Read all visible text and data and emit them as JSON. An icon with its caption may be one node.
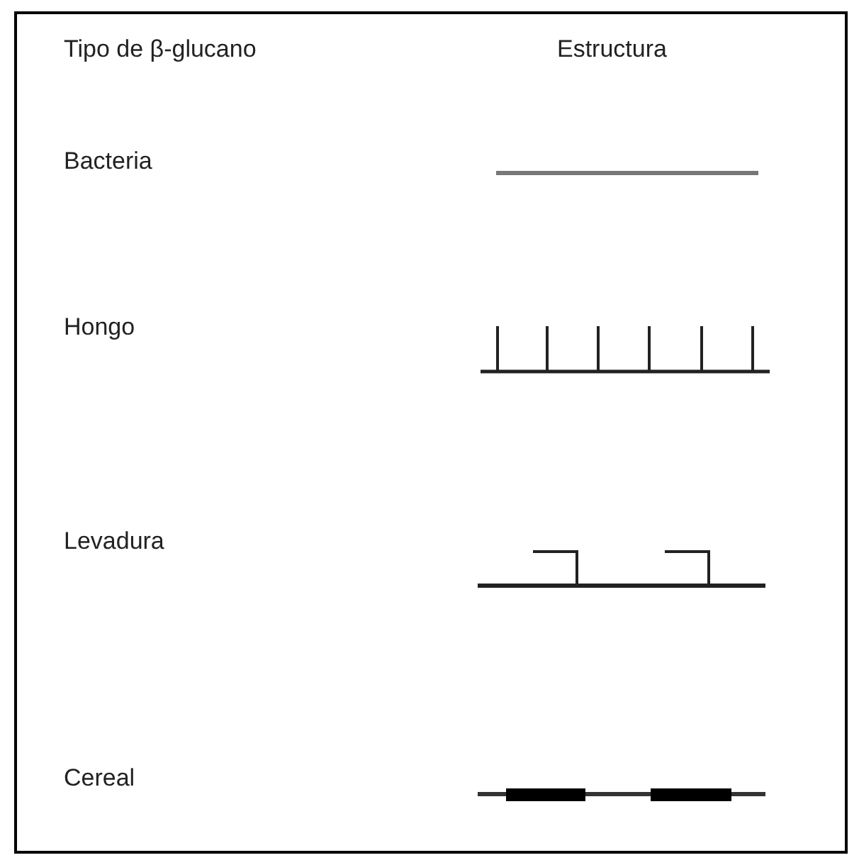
{
  "diagram": {
    "labels": [
      "Tipo de β-glucano",
      "Estructura",
      "Bacteria",
      "Hongo",
      "Levadura",
      "Cereal"
    ]
  }
}
